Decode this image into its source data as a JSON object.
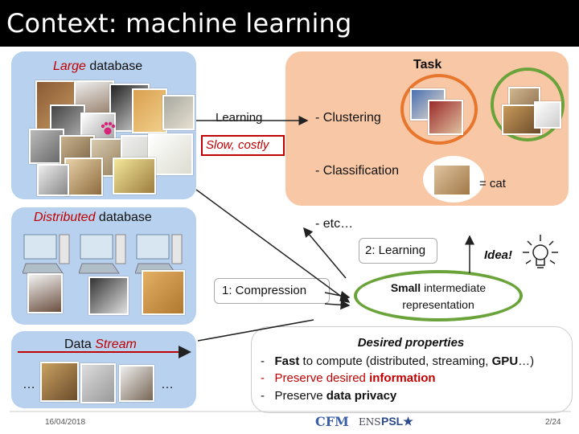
{
  "title": "Context: machine learning",
  "large_db": {
    "emph": "Large",
    "rest": " database"
  },
  "distributed_db": {
    "emph": "Distributed",
    "rest": " database"
  },
  "data_stream": {
    "plain": "Data ",
    "emph": "Stream",
    "ellipsis_left": "…",
    "ellipsis_right": "…"
  },
  "task": {
    "title": "Task",
    "items": [
      "-  Clustering",
      "-  Classification",
      "-  etc…"
    ],
    "cat_label": "= cat"
  },
  "learning_label": "Learning",
  "slow_label": "Slow, costly",
  "learning2_label": "2: Learning",
  "compression_label": "1: Compression",
  "idea_label": "Idea!",
  "intermediate": {
    "line1_bold": "Small",
    "line1_rest": " intermediate",
    "line2": "representation"
  },
  "desired": {
    "title": "Desired properties",
    "items": [
      {
        "dash": "-",
        "bold": "Fast",
        "rest": " to compute (distributed, streaming, ",
        "bold2": "GPU",
        "rest2": "…)"
      },
      {
        "dash": "-",
        "bold": "",
        "rest": "Preserve desired ",
        "bold2": "information",
        "rest2": ""
      },
      {
        "dash": "-",
        "bold": "",
        "rest": "Preserve ",
        "bold2": "data privacy",
        "rest2": ""
      }
    ]
  },
  "footer": {
    "date": "16/04/2018",
    "page": "2/24",
    "logo1": "CFM",
    "logo2": "ENS",
    "logo3": "PSL"
  },
  "colors": {
    "accent_red": "#c00000",
    "blue_box": "#b8d1ee",
    "task_bg": "#f8c7a5",
    "circle_orange": "#e8762c",
    "circle_green": "#6aa339"
  }
}
